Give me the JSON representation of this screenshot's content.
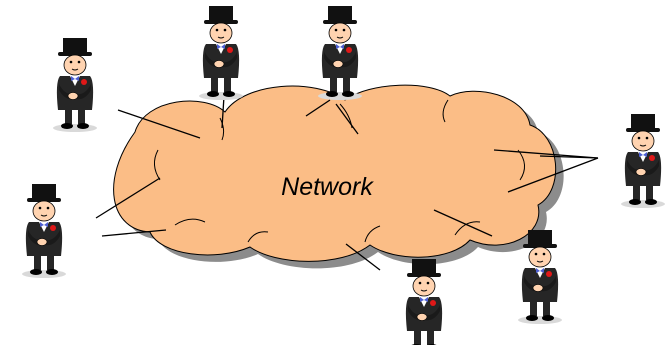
{
  "diagram": {
    "center_label": "Network",
    "colors": {
      "cloud_fill": "#fbbd86",
      "cloud_stroke": "#000000",
      "cloud_shadow": "#8c8c8c",
      "suit": "#262626",
      "hat": "#111111",
      "face": "#ffd3b0",
      "rose": "#e01818"
    },
    "nodes": [
      {
        "name": "businessman-left-top"
      },
      {
        "name": "businessman-top-middle-left"
      },
      {
        "name": "businessman-top-middle-right"
      },
      {
        "name": "businessman-right"
      },
      {
        "name": "businessman-left-bottom"
      },
      {
        "name": "businessman-bottom-middle"
      },
      {
        "name": "businessman-bottom-right"
      }
    ]
  }
}
